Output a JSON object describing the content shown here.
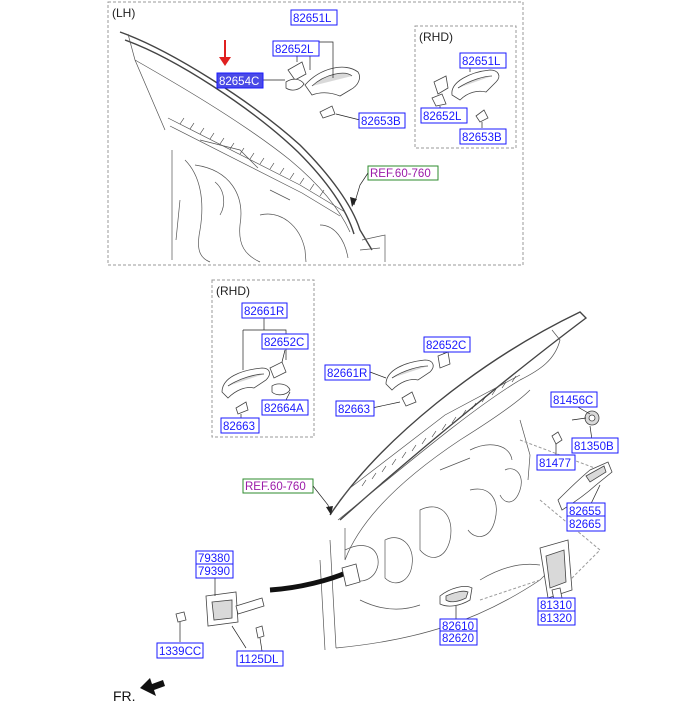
{
  "sections": {
    "lh": "(LH)",
    "rhd_top": "(RHD)",
    "rhd_bottom": "(RHD)"
  },
  "labels": {
    "p82651L": "82651L",
    "p82652L": "82652L",
    "p82654C": "82654C",
    "p82653B": "82653B",
    "rhd_82651L": "82651L",
    "rhd_82652L": "82652L",
    "rhd_82653B": "82653B",
    "ref_top": "REF.60-760",
    "r82661R": "82661R",
    "r82652C": "82652C",
    "r82664A": "82664A",
    "r82663": "82663",
    "m82652C": "82652C",
    "m82661R": "82661R",
    "m82663": "82663",
    "p81456C": "81456C",
    "p81350B": "81350B",
    "p81477": "81477",
    "ref_bottom": "REF.60-760",
    "p82655": "82655",
    "p82665": "82665",
    "p79380": "79380",
    "p79390": "79390",
    "p81310": "81310",
    "p81320": "81320",
    "p82610": "82610",
    "p82620": "82620",
    "p1339CC": "1339CC",
    "p1125DL": "1125DL"
  },
  "footer": {
    "direction": "FR."
  },
  "colors": {
    "label_border": "#1a1aff",
    "highlight_fill": "#4a4ae6",
    "ref_border": "#2e8b2e",
    "ref_text": "#9b1aa8",
    "arrow": "#e02020"
  }
}
